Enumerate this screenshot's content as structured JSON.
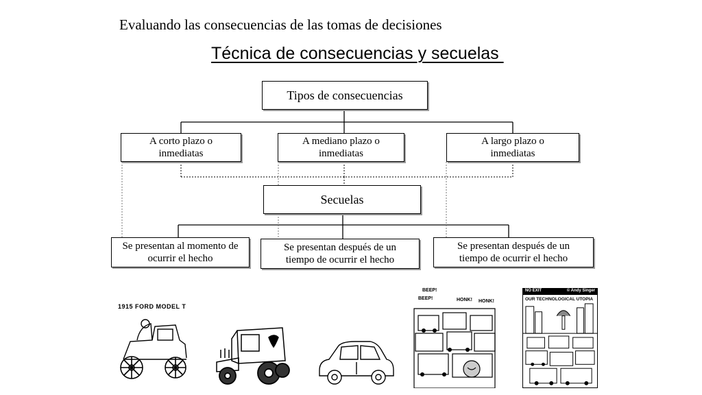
{
  "subtitle": "Evaluando las consecuencias de las tomas de decisiones",
  "heading": "Técnica de consecuencias y secuelas ",
  "diagram": {
    "root": "Tipos de consecuencias",
    "consequences": [
      "A corto plazo o inmediatas",
      "A mediano plazo o inmediatas",
      "A largo plazo o inmediatas"
    ],
    "sequel_root": "Secuelas",
    "sequels": [
      "Se presentan al momento de ocurrir el hecho",
      "Se presentan después de un tiempo de ocurrir el hecho",
      "Se presentan después de un tiempo de ocurrir el hecho"
    ]
  },
  "images": {
    "ford_caption": "1915 FORD MODEL T",
    "traffic_sounds": [
      "BEEP!",
      "BEEP!",
      "HONK!",
      "HONK!"
    ],
    "poster_tag": "NO EXIT",
    "poster_credit": "© Andy Singer",
    "poster_title": "OUR TECHNOLOGICAL UTOPIA"
  }
}
